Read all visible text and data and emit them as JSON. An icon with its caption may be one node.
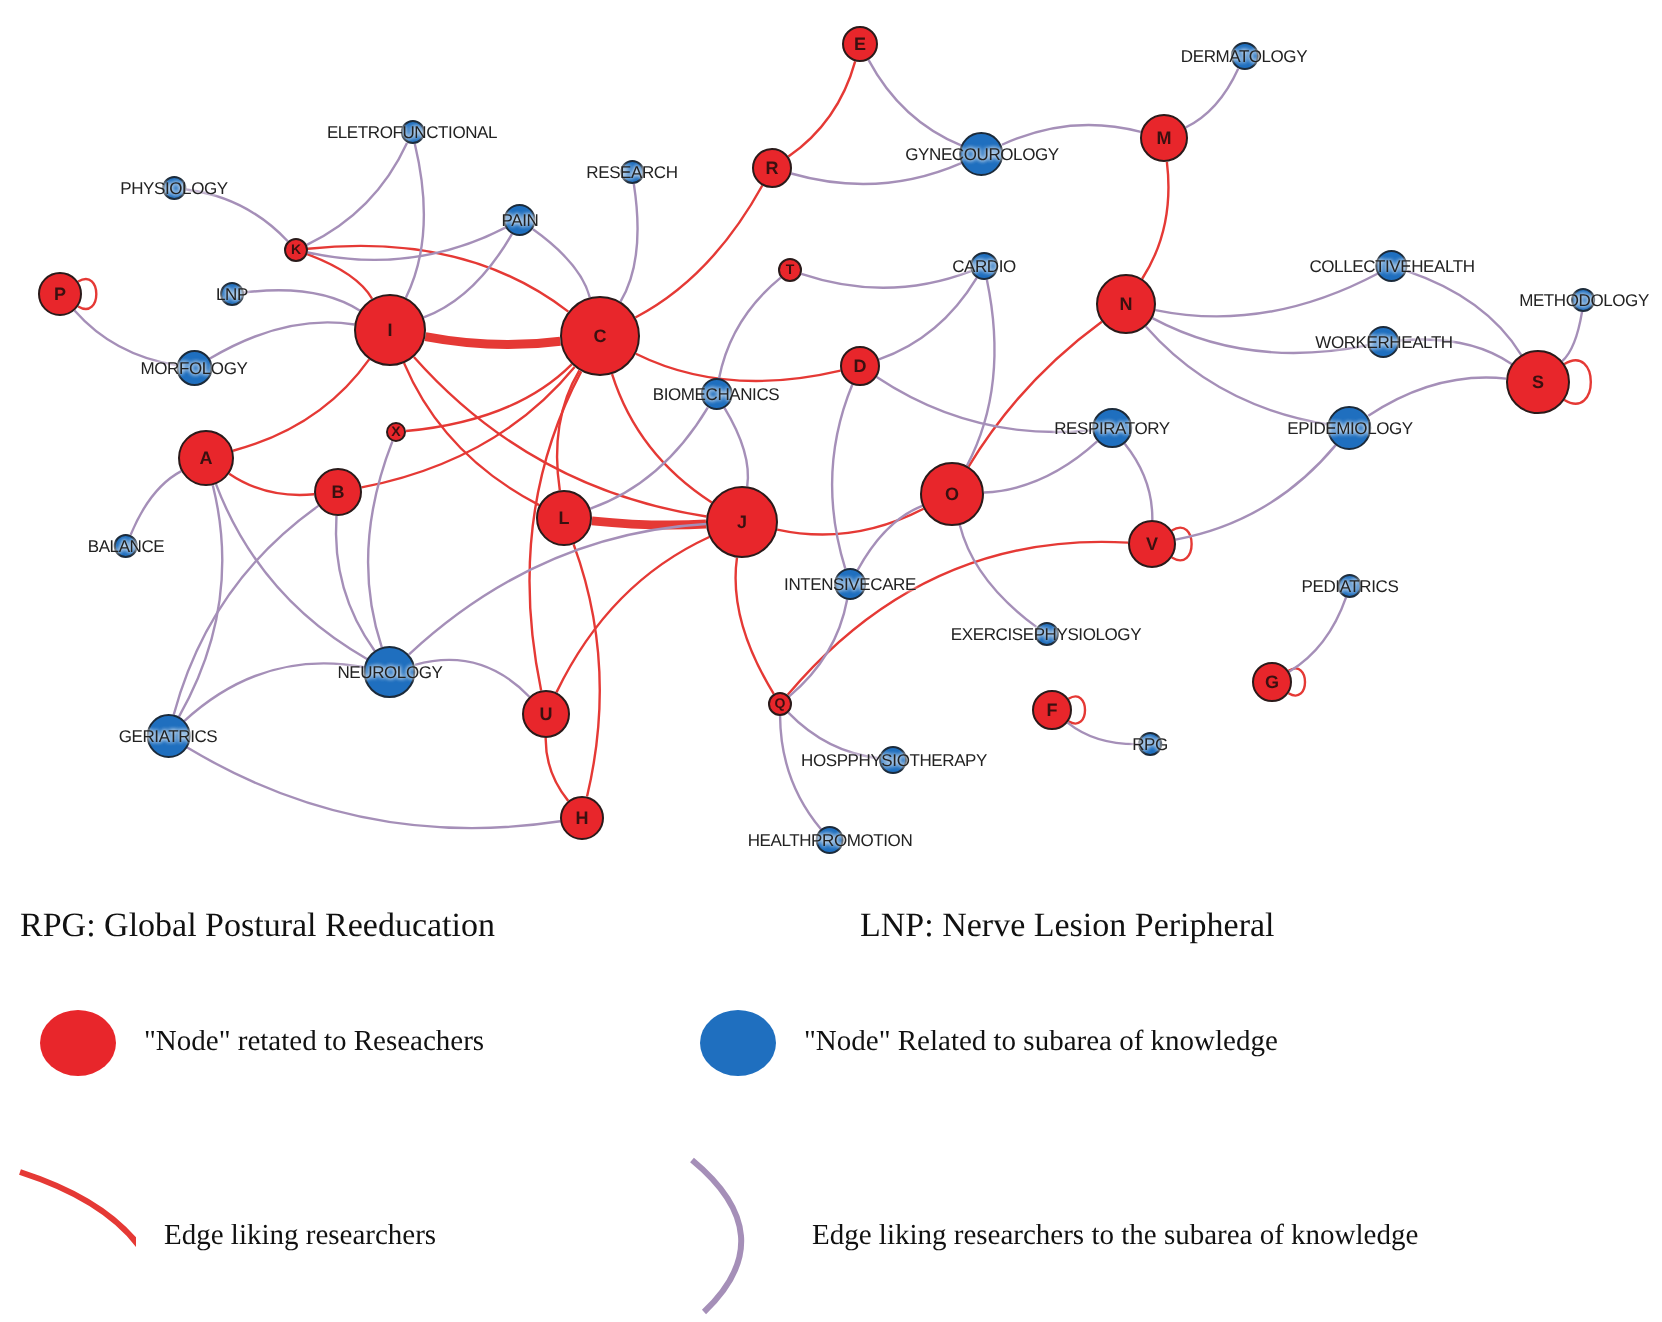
{
  "diagram": {
    "nodes": [
      {
        "text": [
          "E"
        ]
      },
      {
        "text": [
          "DERMATOLOGY"
        ]
      },
      {
        "text": [
          "ELETROFUNCTIONAL"
        ]
      },
      {
        "text": [
          "M"
        ]
      },
      {
        "text": [
          "GYNECOUROLOGY"
        ]
      },
      {
        "text": [
          "R"
        ]
      },
      {
        "text": [
          "RESEARCH"
        ]
      },
      {
        "text": [
          "PHYSIOLOGY"
        ]
      },
      {
        "text": [
          "PAIN"
        ]
      },
      {
        "text": [
          "K"
        ]
      },
      {
        "text": [
          "CARDIO"
        ]
      },
      {
        "text": [
          "COLLECTIVEHEALTH"
        ]
      },
      {
        "text": [
          "T"
        ]
      },
      {
        "text": [
          "P"
        ]
      },
      {
        "text": [
          "LNP"
        ]
      },
      {
        "text": [
          "METHODOLOGY"
        ]
      },
      {
        "text": [
          "N"
        ]
      },
      {
        "text": [
          "I"
        ]
      },
      {
        "text": [
          "C"
        ]
      },
      {
        "text": [
          "WORKERHEALTH"
        ]
      },
      {
        "text": [
          "D"
        ]
      },
      {
        "text": [
          "MORFOLOGY"
        ]
      },
      {
        "text": [
          "S"
        ]
      },
      {
        "text": [
          "BIOMECHANICS"
        ]
      },
      {
        "text": [
          "RESPIRATORY"
        ]
      },
      {
        "text": [
          "EPIDEMIOLOGY"
        ]
      },
      {
        "text": [
          "X"
        ]
      },
      {
        "text": [
          "A"
        ]
      },
      {
        "text": [
          "B"
        ]
      },
      {
        "text": [
          "O"
        ]
      },
      {
        "text": [
          "L"
        ]
      },
      {
        "text": [
          "J"
        ]
      },
      {
        "text": [
          "V"
        ]
      },
      {
        "text": [
          "BALANCE"
        ]
      },
      {
        "text": [
          "INTENSIVECARE"
        ]
      },
      {
        "text": [
          "PEDIATRICS"
        ]
      },
      {
        "text": [
          "EXERCISEPHYSIOLOGY"
        ]
      },
      {
        "text": [
          "NEUROLOGY"
        ]
      },
      {
        "text": [
          "G"
        ]
      },
      {
        "text": [
          "Q"
        ]
      },
      {
        "text": [
          "F"
        ]
      },
      {
        "text": [
          "U"
        ]
      },
      {
        "text": [
          "GERIATRICS"
        ]
      },
      {
        "text": [
          "RPG"
        ]
      },
      {
        "text": [
          "HOSPPHYSIOTHERAPY"
        ]
      },
      {
        "text": [
          "H"
        ]
      },
      {
        "text": [
          "HEALTHPROMOTION"
        ]
      }
    ],
    "edges": [
      {
        "from": 17,
        "to": 18,
        "arrow": "none",
        "style": "thick",
        "color": "#e53935"
      },
      {
        "from": 17,
        "to": 9,
        "arrow": "none",
        "color": "#e53935"
      },
      {
        "from": 9,
        "to": 18,
        "arrow": "none",
        "color": "#e53935"
      },
      {
        "from": 18,
        "to": 5,
        "arrow": "none",
        "color": "#e53935"
      },
      {
        "from": 5,
        "to": 0,
        "arrow": "none",
        "color": "#e53935"
      },
      {
        "from": 18,
        "to": 20,
        "arrow": "none",
        "color": "#e53935"
      },
      {
        "from": 18,
        "to": 31,
        "arrow": "none",
        "color": "#e53935"
      },
      {
        "from": 17,
        "to": 31,
        "arrow": "none",
        "color": "#e53935"
      },
      {
        "from": 30,
        "to": 31,
        "arrow": "none",
        "style": "thick",
        "color": "#e53935"
      },
      {
        "from": 31,
        "to": 29,
        "arrow": "none",
        "color": "#e53935"
      },
      {
        "from": 29,
        "to": 16,
        "arrow": "none",
        "color": "#e53935"
      },
      {
        "from": 16,
        "to": 3,
        "arrow": "none",
        "color": "#e53935"
      },
      {
        "from": 27,
        "to": 28,
        "arrow": "none",
        "color": "#e53935"
      },
      {
        "from": 27,
        "to": 17,
        "arrow": "none",
        "color": "#e53935"
      },
      {
        "from": 28,
        "to": 18,
        "arrow": "none",
        "color": "#e53935"
      },
      {
        "from": 17,
        "to": 30,
        "arrow": "none",
        "color": "#e53935"
      },
      {
        "from": 18,
        "to": 30,
        "arrow": "none",
        "color": "#e53935"
      },
      {
        "from": 18,
        "to": 41,
        "arrow": "none",
        "color": "#e53935"
      },
      {
        "from": 26,
        "to": 18,
        "arrow": "none",
        "color": "#e53935"
      },
      {
        "from": 30,
        "to": 45,
        "arrow": "none",
        "color": "#e53935"
      },
      {
        "from": 31,
        "to": 41,
        "arrow": "none",
        "color": "#e53935"
      },
      {
        "from": 31,
        "to": 39,
        "arrow": "none",
        "color": "#e53935"
      },
      {
        "from": 39,
        "to": 32,
        "arrow": "none",
        "color": "#e53935"
      },
      {
        "from": 41,
        "to": 45,
        "arrow": "none",
        "color": "#e53935"
      },
      {
        "from": 13,
        "to": 13,
        "arrow": "none",
        "color": "#e53935"
      },
      {
        "from": 22,
        "to": 22,
        "arrow": "none",
        "color": "#e53935"
      },
      {
        "from": 32,
        "to": 32,
        "arrow": "none",
        "color": "#e53935"
      },
      {
        "from": 40,
        "to": 40,
        "arrow": "none",
        "color": "#e53935"
      },
      {
        "from": 38,
        "to": 38,
        "arrow": "none",
        "color": "#e53935"
      },
      {
        "from": 9,
        "to": 7,
        "arrow": "none"
      },
      {
        "from": 9,
        "to": 2,
        "arrow": "none"
      },
      {
        "from": 9,
        "to": 8,
        "arrow": "none"
      },
      {
        "from": 17,
        "to": 2,
        "arrow": "none"
      },
      {
        "from": 17,
        "to": 8,
        "arrow": "none"
      },
      {
        "from": 17,
        "to": 14,
        "arrow": "none"
      },
      {
        "from": 17,
        "to": 21,
        "arrow": "none"
      },
      {
        "from": 13,
        "to": 21,
        "arrow": "none"
      },
      {
        "from": 18,
        "to": 8,
        "arrow": "none"
      },
      {
        "from": 18,
        "to": 6,
        "arrow": "none"
      },
      {
        "from": 0,
        "to": 4,
        "arrow": "none"
      },
      {
        "from": 5,
        "to": 4,
        "arrow": "none"
      },
      {
        "from": 3,
        "to": 4,
        "arrow": "none"
      },
      {
        "from": 3,
        "to": 1,
        "arrow": "none"
      },
      {
        "from": 12,
        "to": 10,
        "arrow": "none"
      },
      {
        "from": 12,
        "to": 23,
        "arrow": "none"
      },
      {
        "from": 20,
        "to": 10,
        "arrow": "none"
      },
      {
        "from": 20,
        "to": 24,
        "arrow": "none"
      },
      {
        "from": 20,
        "to": 34,
        "arrow": "none"
      },
      {
        "from": 29,
        "to": 10,
        "arrow": "none"
      },
      {
        "from": 29,
        "to": 24,
        "arrow": "none"
      },
      {
        "from": 29,
        "to": 34,
        "arrow": "none"
      },
      {
        "from": 29,
        "to": 36,
        "arrow": "none"
      },
      {
        "from": 16,
        "to": 11,
        "arrow": "none"
      },
      {
        "from": 16,
        "to": 19,
        "arrow": "none"
      },
      {
        "from": 16,
        "to": 25,
        "arrow": "none"
      },
      {
        "from": 22,
        "to": 11,
        "arrow": "none"
      },
      {
        "from": 22,
        "to": 19,
        "arrow": "none"
      },
      {
        "from": 22,
        "to": 15,
        "arrow": "none"
      },
      {
        "from": 22,
        "to": 25,
        "arrow": "none"
      },
      {
        "from": 32,
        "to": 25,
        "arrow": "none"
      },
      {
        "from": 32,
        "to": 24,
        "arrow": "none"
      },
      {
        "from": 39,
        "to": 34,
        "arrow": "none"
      },
      {
        "from": 39,
        "to": 44,
        "arrow": "none"
      },
      {
        "from": 39,
        "to": 46,
        "arrow": "none"
      },
      {
        "from": 40,
        "to": 43,
        "arrow": "none"
      },
      {
        "from": 38,
        "to": 35,
        "arrow": "none"
      },
      {
        "from": 27,
        "to": 33,
        "arrow": "none"
      },
      {
        "from": 27,
        "to": 42,
        "arrow": "none"
      },
      {
        "from": 27,
        "to": 37,
        "arrow": "none"
      },
      {
        "from": 28,
        "to": 37,
        "arrow": "none"
      },
      {
        "from": 28,
        "to": 42,
        "arrow": "none"
      },
      {
        "from": 26,
        "to": 37,
        "arrow": "none"
      },
      {
        "from": 30,
        "to": 23,
        "arrow": "none"
      },
      {
        "from": 31,
        "to": 23,
        "arrow": "none"
      },
      {
        "from": 31,
        "to": 37,
        "arrow": "none"
      },
      {
        "from": 41,
        "to": 37,
        "arrow": "none"
      },
      {
        "from": 42,
        "to": 37,
        "arrow": "none"
      },
      {
        "from": 42,
        "to": 45,
        "arrow": "none"
      }
    ],
    "labels": [
      "RPG: Global Postural Reeducation",
      "LNP: Nerve Lesion Peripheral"
    ],
    "legend": [
      {
        "text": "\"Node\" retated to Reseachers",
        "color": "#e8262b"
      },
      {
        "text": "\"Node\" Related to subarea of knowledge",
        "color": "#1f6fbf"
      },
      {
        "text": "Edge liking researchers"
      },
      {
        "text": "Edge liking researchers to the subarea of knowledge"
      }
    ]
  }
}
